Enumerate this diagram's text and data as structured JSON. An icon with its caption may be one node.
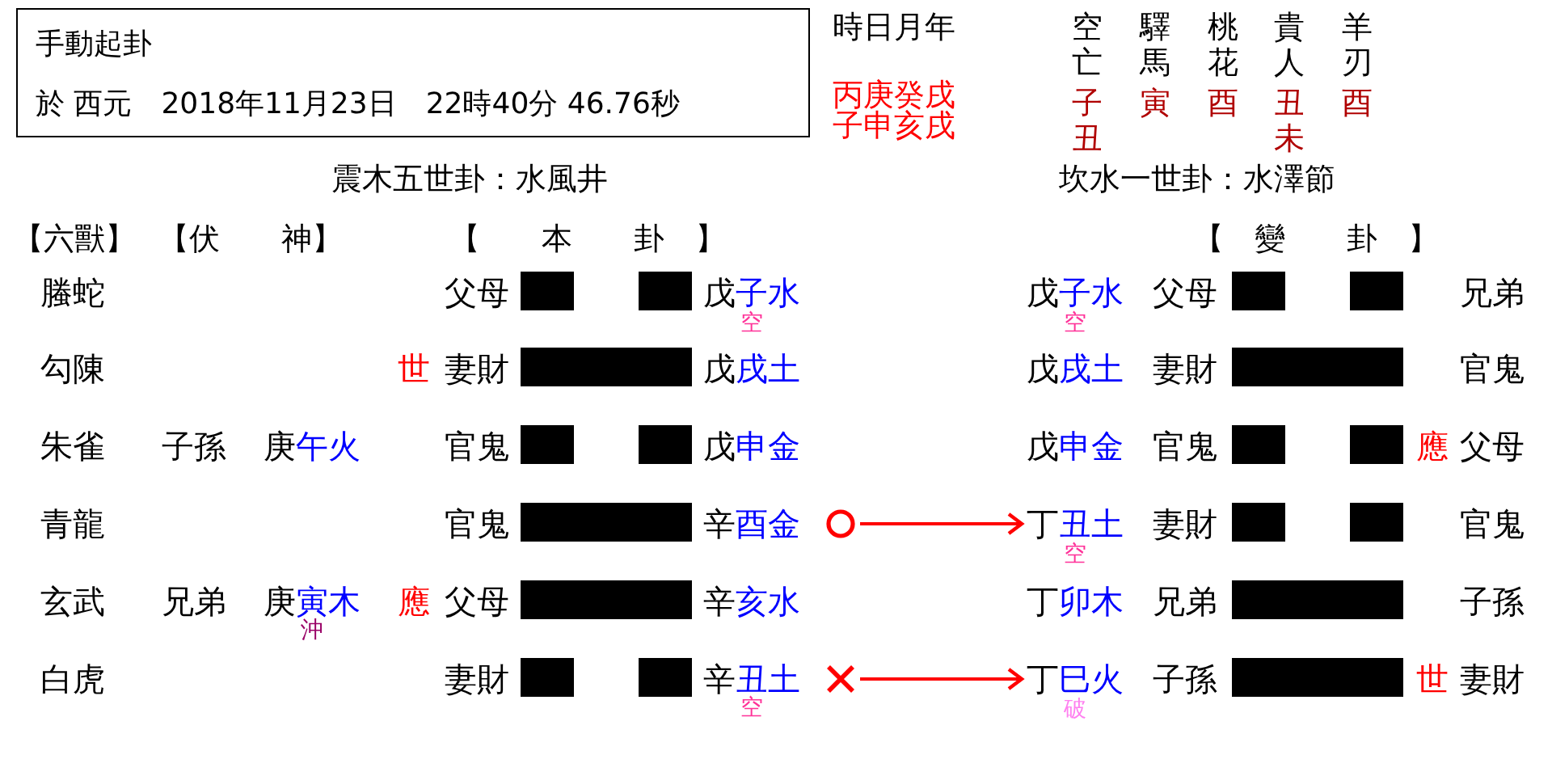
{
  "diagram": {
    "nodes": [
      {
        "text": [
          "手動起卦",
          "於 西元　2018年11月23日　22時40分 46.76秒"
        ]
      },
      {
        "text": [],
        "shape": "circle"
      },
      {
        "text": [
          "丁",
          "丑土"
        ],
        "beside": [
          "空"
        ]
      },
      {
        "text": [],
        "shape": "cross"
      },
      {
        "text": [
          "丁",
          "巳火"
        ],
        "beside": [
          "破"
        ]
      }
    ],
    "edges": [
      {
        "from": 1,
        "to": 2,
        "arrow": "to"
      },
      {
        "from": 3,
        "to": 4,
        "arrow": "to"
      }
    ],
    "labels": [
      "時日月年",
      "空亡",
      "驛馬",
      "桃花",
      "貴人",
      "羊刃",
      "丙庚癸戌",
      "子申亥戌",
      "子丑",
      "寅",
      "酉",
      "丑未",
      "酉",
      "震木五世卦：水風井",
      "坎水一世卦：水澤節",
      "【六獸】",
      "【伏　　神】",
      "【　　本　　卦　】",
      "【　變　　卦　】",
      "螣蛇",
      "父母",
      "戊",
      "子水",
      "戊",
      "子水",
      "父母",
      "兄弟",
      "空",
      "空",
      "勾陳",
      "世",
      "妻財",
      "戊",
      "戌土",
      "戊",
      "戌土",
      "妻財",
      "官鬼",
      "朱雀",
      "子孫",
      "庚",
      "午火",
      "官鬼",
      "戊",
      "申金",
      "戊",
      "申金",
      "官鬼",
      "應",
      "父母",
      "青龍",
      "官鬼",
      "辛",
      "酉金",
      "妻財",
      "官鬼",
      "玄武",
      "兄弟",
      "庚",
      "寅木",
      "應",
      "父母",
      "辛",
      "亥水",
      "丁",
      "卯木",
      "兄弟",
      "子孫",
      "沖",
      "白虎",
      "妻財",
      "辛",
      "丑土",
      "子孫",
      "世",
      "妻財",
      "空"
    ]
  }
}
